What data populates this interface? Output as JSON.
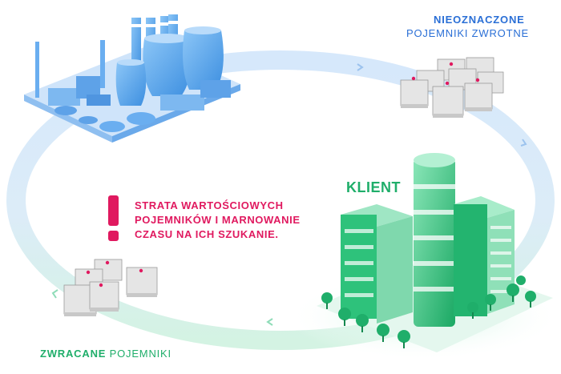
{
  "labels": {
    "unmarked_bold": "NIEOZNACZONE",
    "unmarked_rest": "POJEMNIKI ZWROTNE",
    "client": "KLIENT",
    "warning_lines": [
      "STRATA WARTOŚCIOWYCH",
      "POJEMNIKÓW I MARNOWANIE",
      "CZASU NA ICH SZUKANIE."
    ],
    "returned_bold": "ZWRACANE",
    "returned_rest": "POJEMNIKI"
  },
  "colors": {
    "factory_blue": "#5aa8ee",
    "cycle_blue": "#d6e8fb",
    "cycle_green": "#d4f3e3",
    "client_green": "#1fae6a",
    "warning_pink": "#e0195f",
    "container_grey": "#d9d9d9"
  },
  "icons": [
    "factory-illustration",
    "ibc-container-stack",
    "city-buildings-illustration",
    "warning-exclamation-icon"
  ]
}
